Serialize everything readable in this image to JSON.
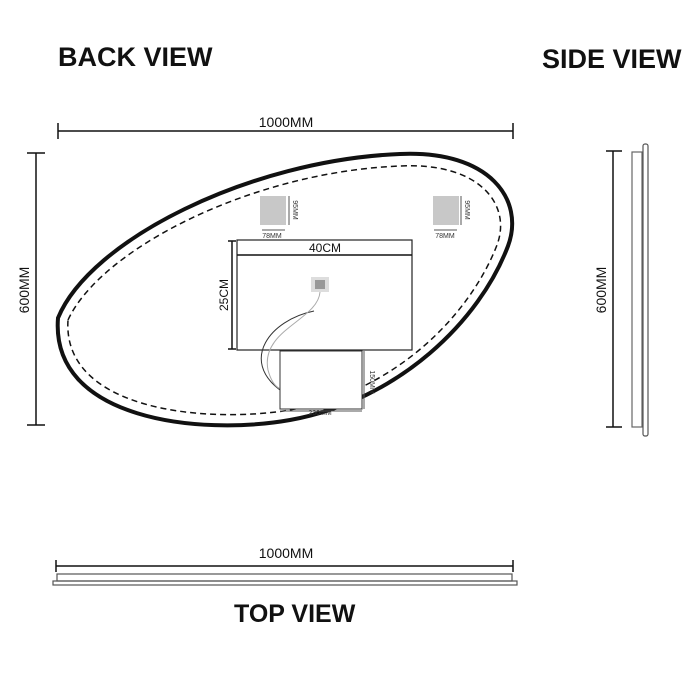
{
  "views": {
    "back_title": "BACK VIEW",
    "side_title": "SIDE VIEW",
    "top_title": "TOP VIEW"
  },
  "dimensions": {
    "back_width": "1000MM",
    "back_height": "600MM",
    "side_height": "600MM",
    "top_width": "1000MM",
    "box_width": "40CM",
    "box_height": "25CM",
    "bracket_width_left": "78MM",
    "bracket_height_left": "95MM",
    "bracket_width_right": "78MM",
    "bracket_height_right": "95MM",
    "driver_width": "230MM",
    "driver_height": "150MM"
  }
}
